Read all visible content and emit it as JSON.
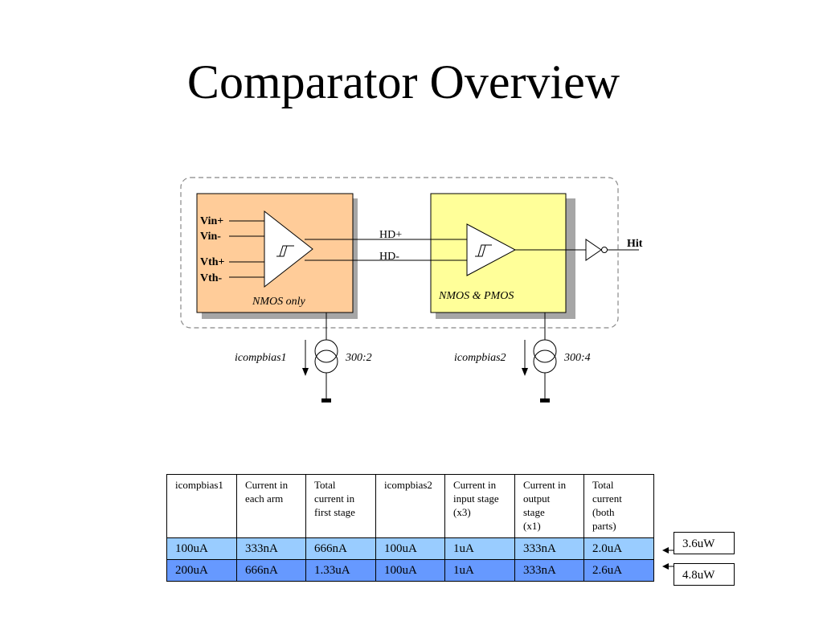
{
  "title": "Comparator Overview",
  "diagram": {
    "stage1": {
      "inputs": [
        "Vin+",
        "Vin-",
        "Vth+",
        "Vth-"
      ],
      "caption": "NMOS only"
    },
    "stage2": {
      "caption": "NMOS & PMOS"
    },
    "signals": {
      "hd_plus": "HD+",
      "hd_minus": "HD-",
      "output": "Hit"
    },
    "bias1": {
      "name": "icompbias1",
      "ratio": "300:2"
    },
    "bias2": {
      "name": "icompbias2",
      "ratio": "300:4"
    },
    "colors": {
      "stage1_fill": "#ffcc99",
      "stage2_fill": "#ffff99",
      "shadow": "#a6a6a6"
    }
  },
  "table": {
    "headers": [
      [
        "icompbias1"
      ],
      [
        "Current in",
        "each arm"
      ],
      [
        "Total",
        "current in",
        "first stage"
      ],
      [
        "icompbias2"
      ],
      [
        "Current in",
        "input stage",
        "(x3)"
      ],
      [
        "Current in",
        "output",
        "stage",
        "(x1)"
      ],
      [
        "Total",
        "current",
        "(both",
        "parts)"
      ]
    ],
    "rows": [
      [
        "100uA",
        "333nA",
        "666nA",
        "100uA",
        "1uA",
        "333nA",
        "2.0uA"
      ],
      [
        "200uA",
        "666nA",
        "1.33uA",
        "100uA",
        "1uA",
        "333nA",
        "2.6uA"
      ]
    ],
    "row_colors": [
      "#99ccff",
      "#6699ff"
    ]
  },
  "power": [
    "3.6uW",
    "4.8uW"
  ]
}
